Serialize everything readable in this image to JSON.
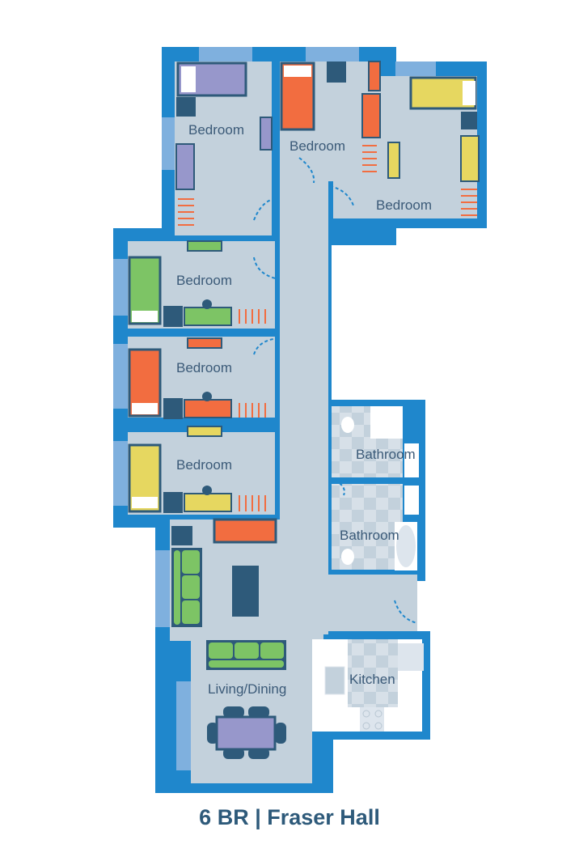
{
  "title": "6 BR | Fraser Hall",
  "rooms": {
    "bedroom_1": "Bedroom",
    "bedroom_2": "Bedroom",
    "bedroom_3": "Bedroom",
    "bedroom_4": "Bedroom",
    "bedroom_5": "Bedroom",
    "bedroom_6": "Bedroom",
    "bathroom_1": "Bathroom",
    "bathroom_2": "Bathroom",
    "kitchen": "Kitchen",
    "living": "Living/Dining"
  },
  "colors": {
    "wall": "#1f87cc",
    "floor": "#c3d1dc",
    "furniture_dark": "#2e5a7a",
    "purple": "#9797cb",
    "orange": "#f26d40",
    "yellow": "#e6d760",
    "green": "#7dc465",
    "window": "#7fb0de"
  }
}
